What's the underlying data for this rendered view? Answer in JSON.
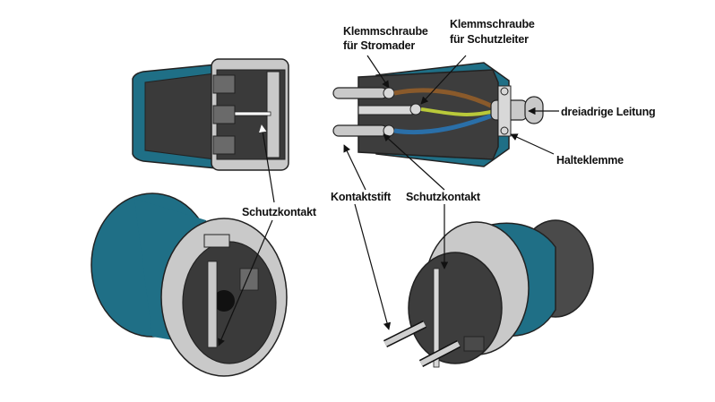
{
  "labels": {
    "klemmschraube_stromader_line1": "Klemmschraube",
    "klemmschraube_stromader_line2": "für Stromader",
    "klemmschraube_schutzleiter_line1": "Klemmschraube",
    "klemmschraube_schutzleiter_line2": "für Schutzleiter",
    "dreiadrige_leitung": "dreiadrige Leitung",
    "halteklemme": "Halteklemme",
    "schutzkontakt_left": "Schutzkontakt",
    "kontaktstift": "Kontaktstift",
    "schutzkontakt_right": "Schutzkontakt"
  },
  "colors": {
    "body_blue": "#1f6f86",
    "body_blue_dark": "#15566a",
    "body_gray": "#c8c8c8",
    "face_dark": "#3d3d3d",
    "wire_brown": "#8a5a2b",
    "wire_blue": "#2a6fa8",
    "wire_green_yellow": "#b9c93a"
  }
}
